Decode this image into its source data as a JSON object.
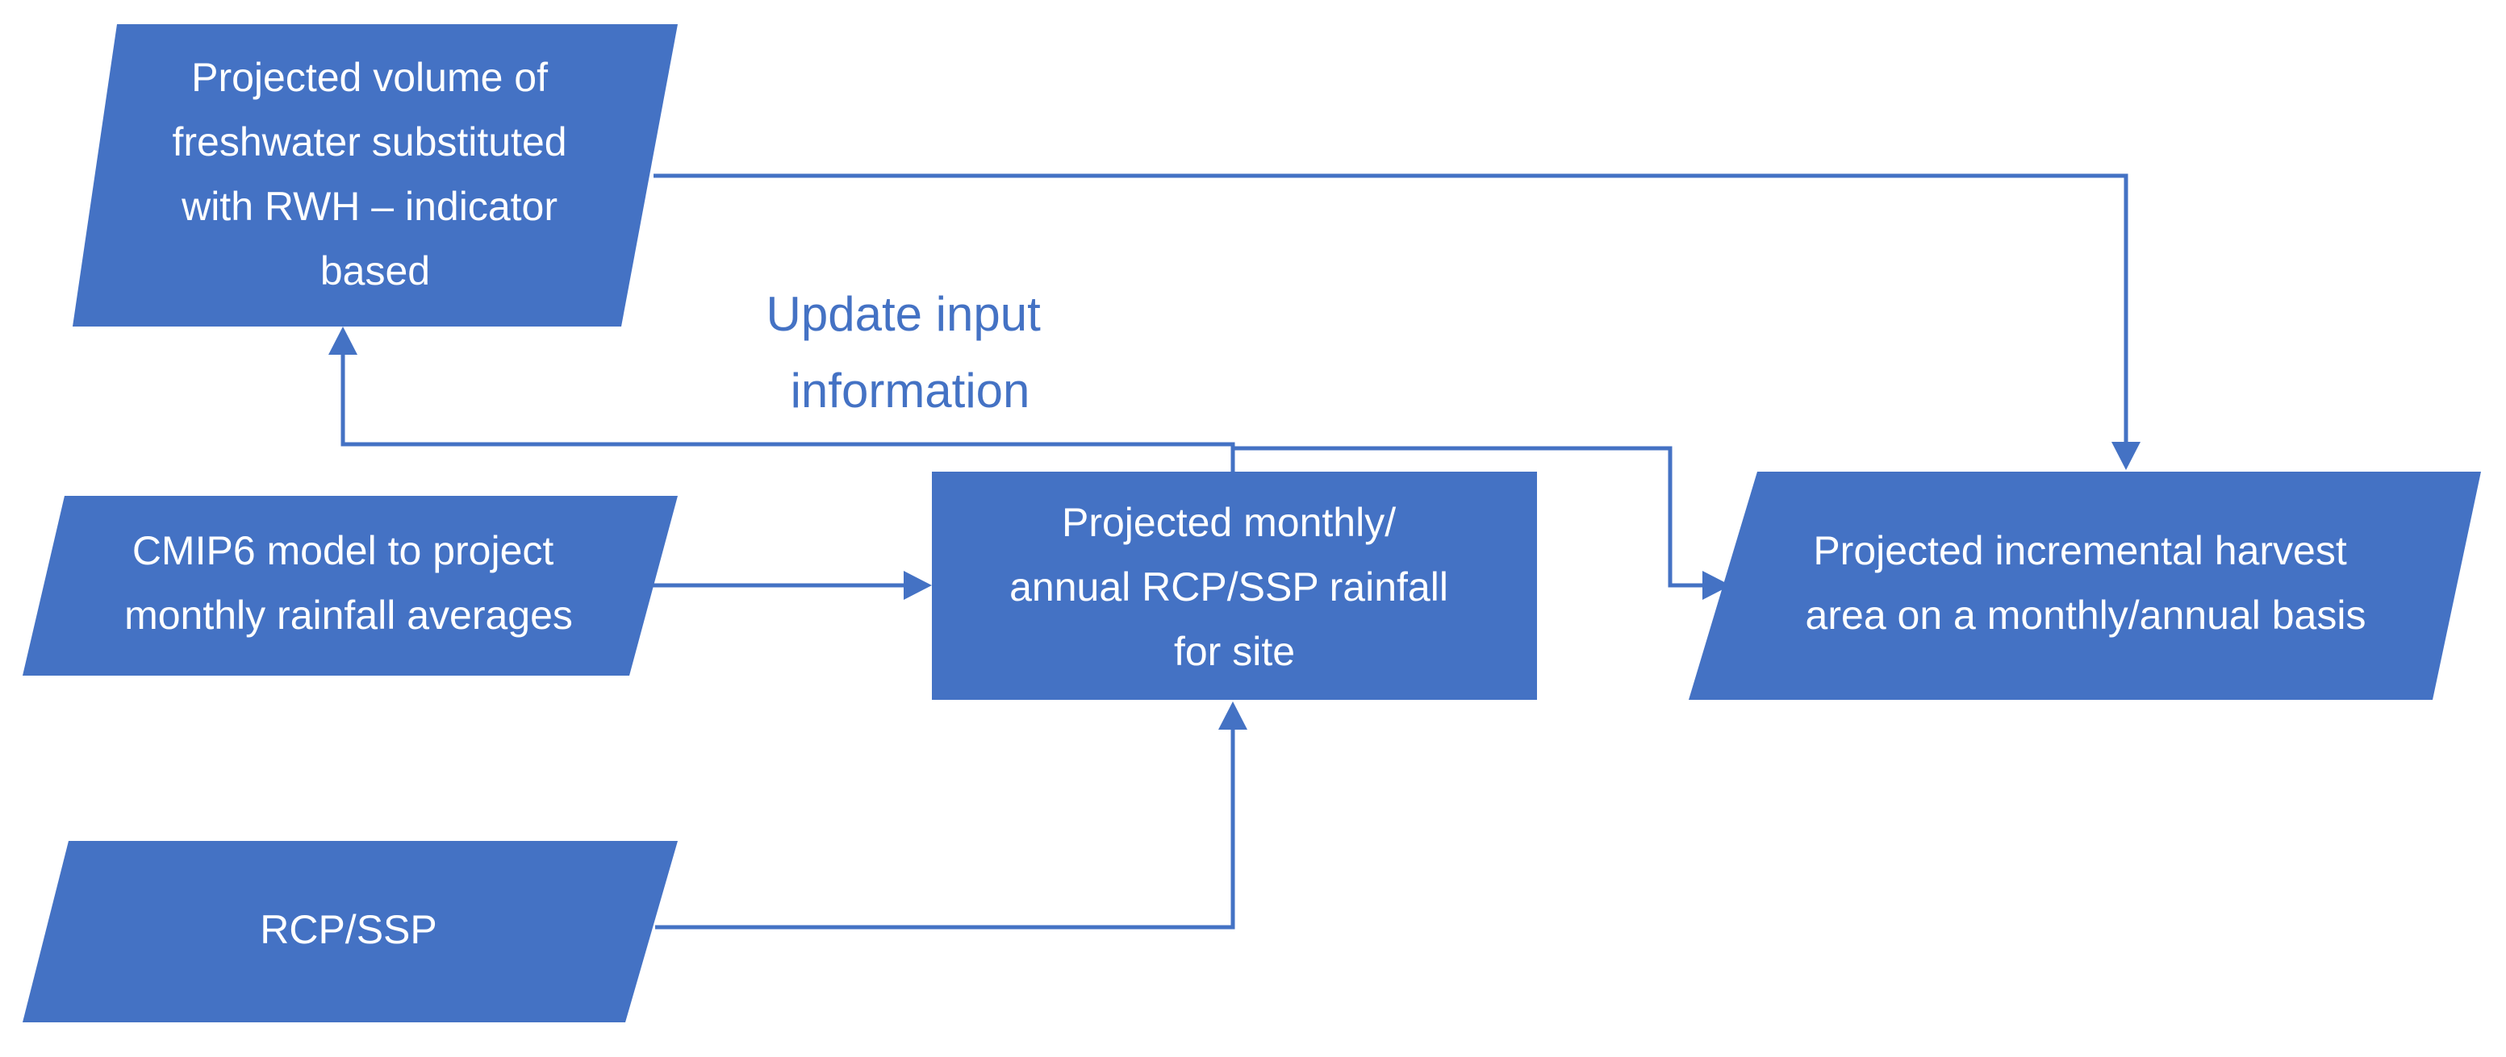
{
  "nodes": {
    "volume_freshwater": {
      "lines": [
        "Projected volume of",
        "freshwater substituted",
        "with RWH – indicator",
        "based"
      ]
    },
    "cmip6_model": {
      "lines": [
        "CMIP6 model to project",
        "monthly rainfall averages"
      ]
    },
    "projected_rainfall": {
      "lines": [
        "Projected monthly/",
        "annual RCP/SSP rainfall",
        "for site"
      ]
    },
    "incremental_harvest": {
      "lines": [
        "Projected incremental harvest",
        "area on a monthly/annual basis"
      ]
    },
    "rcp_ssp": {
      "lines": [
        "RCP/SSP"
      ]
    }
  },
  "annotation": {
    "lines": [
      "Update input",
      "information"
    ]
  },
  "colors": {
    "shape_fill": "#4472c4",
    "text": "#ffffff",
    "connector": "#4472c4"
  }
}
